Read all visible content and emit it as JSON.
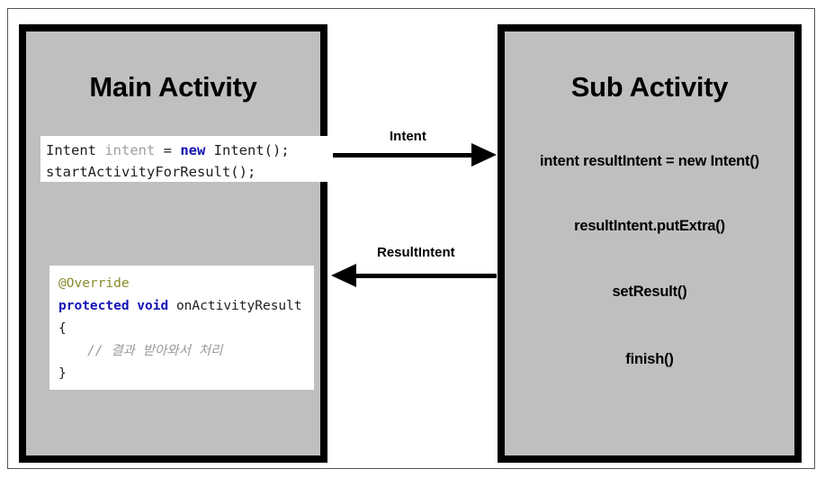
{
  "diagram": {
    "title_main": "Main Activity",
    "title_sub": "Sub Activity",
    "colors": {
      "box_fill": "#bfbfbf",
      "box_border": "#000000",
      "code_bg": "#ffffff",
      "keyword": "#1414b4",
      "variable": "#a0a0a0",
      "annotation": "#8a8a2b",
      "comment": "#9a9a9a",
      "page_bg": "#ffffff"
    }
  },
  "main_activity": {
    "code_block_1": {
      "line1": {
        "t1": "Intent ",
        "t2": "intent",
        "t3": " = ",
        "t4": "new",
        "t5": " Intent();"
      },
      "line2": "startActivityForResult();"
    },
    "code_block_2": {
      "line1": "@Override",
      "line2": {
        "t1": "protected void",
        "t2": " onActivityResult"
      },
      "line3": "{",
      "line4": "// 결과 받아와서 처리",
      "line5": "}"
    }
  },
  "sub_activity": {
    "lines": [
      "intent resultIntent = new Intent()",
      "resultIntent.putExtra()",
      "setResult()",
      "finish()"
    ]
  },
  "arrows": [
    {
      "label": "Intent",
      "direction": "right"
    },
    {
      "label": "ResultIntent",
      "direction": "left"
    }
  ]
}
